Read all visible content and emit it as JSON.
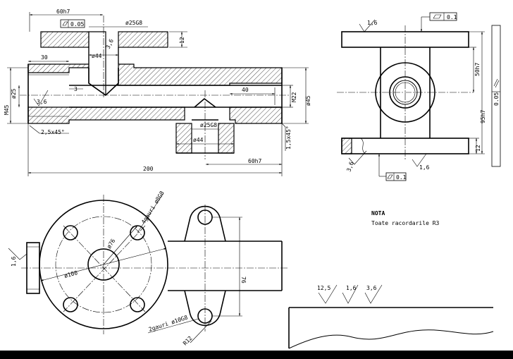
{
  "dims": {
    "d_60h7_top": "60h7",
    "d_phi25g8_top": "ø25G8",
    "d_12_top": "12",
    "d_3_6_top": "3,6",
    "d_phi44_top": "ø44",
    "d_30": "30",
    "d_3": "3",
    "d_3_6_left": "3,6",
    "d_phi25": "ø25",
    "d_m45": "M45",
    "d_2_5x45": "2,5x45°",
    "d_40": "40",
    "d_m22": "M22",
    "d_phi45": "ø45",
    "d_phi25g8_bot": "ø25G8",
    "d_phi44_bot": "ø44",
    "d_1_5x45": "1,5x45°",
    "d_60h7_bot": "60h7",
    "d_200": "200",
    "tol_flat_top": "0.05",
    "sv_1_6_top": "1,6",
    "tol_flat_right": "0.1",
    "d_50h7": "50h7",
    "d_95h7": "95h7",
    "tol_par": "0.05",
    "d_12_right": "12",
    "sv_3_6_right": "3,6",
    "sv_1_6_right": "1,6",
    "tol_flat_bot": "0.1",
    "d_4gauri": "4gauri ø8G8",
    "d_phi76": "ø76",
    "d_phi100": "ø100",
    "d_76": "76",
    "d_2gauri": "2gauri ø10G8",
    "d_r12": "R12",
    "sv_1_6_left": "1,6"
  },
  "note": {
    "title": "NOTA",
    "text": "Toate racordarile R3"
  },
  "roughness": {
    "a": "12,5",
    "b": "1,6",
    "c": "3,6"
  }
}
